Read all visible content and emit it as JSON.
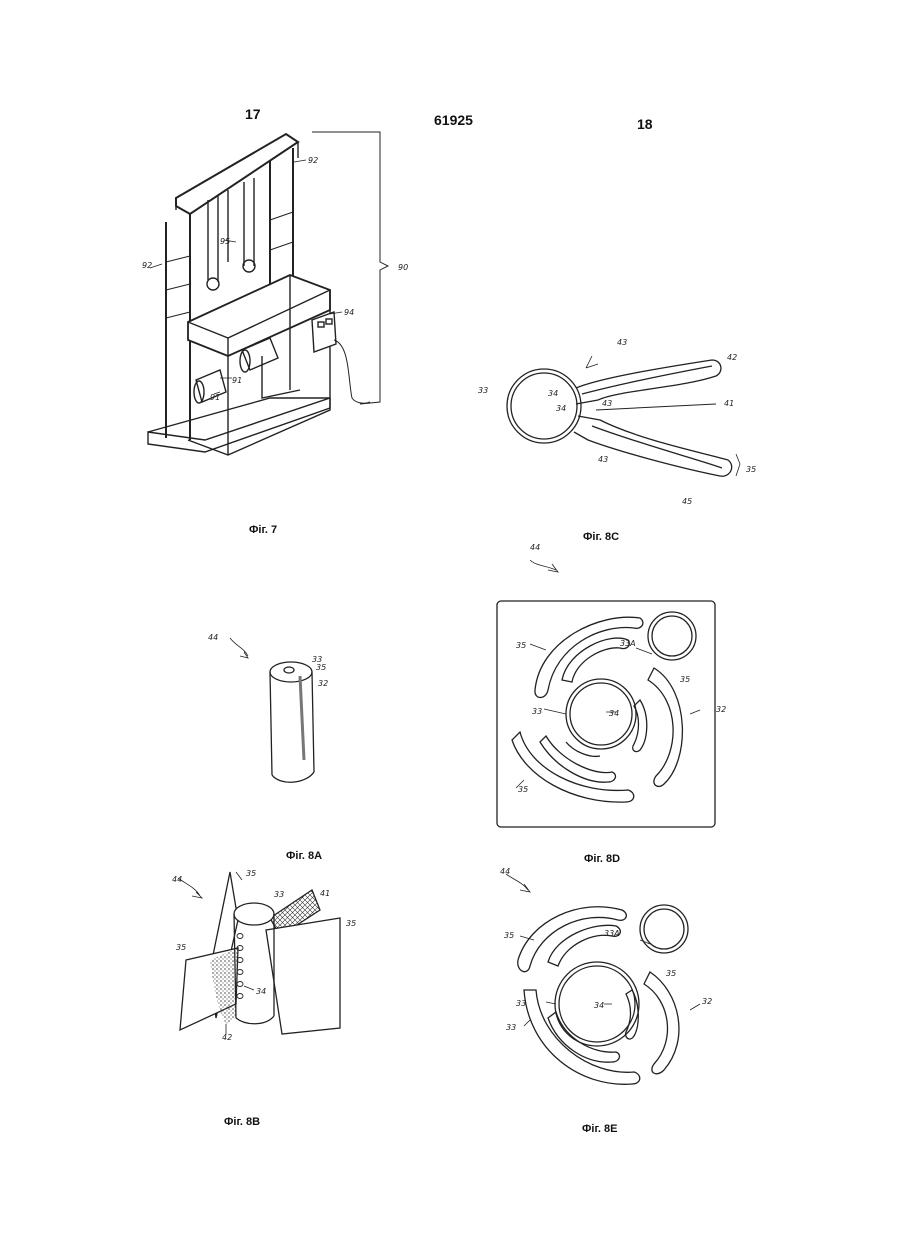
{
  "header": {
    "left_page": "17",
    "patent_number": "61925",
    "right_page": "18"
  },
  "figures": {
    "fig7": {
      "caption": "Фіг. 7",
      "labels": [
        "92",
        "92",
        "95",
        "90",
        "94",
        "91",
        "91"
      ]
    },
    "fig8c": {
      "caption": "Фіг. 8C",
      "labels": [
        "43",
        "42",
        "33",
        "34",
        "34",
        "43",
        "41",
        "43",
        "35",
        "45"
      ]
    },
    "fig8a": {
      "caption": "Фіг. 8A",
      "labels": [
        "44",
        "33",
        "35",
        "32"
      ]
    },
    "fig8d": {
      "caption": "Фіг. 8D",
      "labels": [
        "44",
        "35",
        "33A",
        "35",
        "33",
        "34",
        "32",
        "35"
      ]
    },
    "fig8b": {
      "caption": "Фіг. 8B",
      "labels": [
        "44",
        "35",
        "33",
        "41",
        "35",
        "35",
        "34",
        "42"
      ]
    },
    "fig8e": {
      "caption": "Фіг. 8E",
      "labels": [
        "44",
        "35",
        "33A",
        "35",
        "32",
        "33",
        "34",
        "33"
      ]
    }
  }
}
